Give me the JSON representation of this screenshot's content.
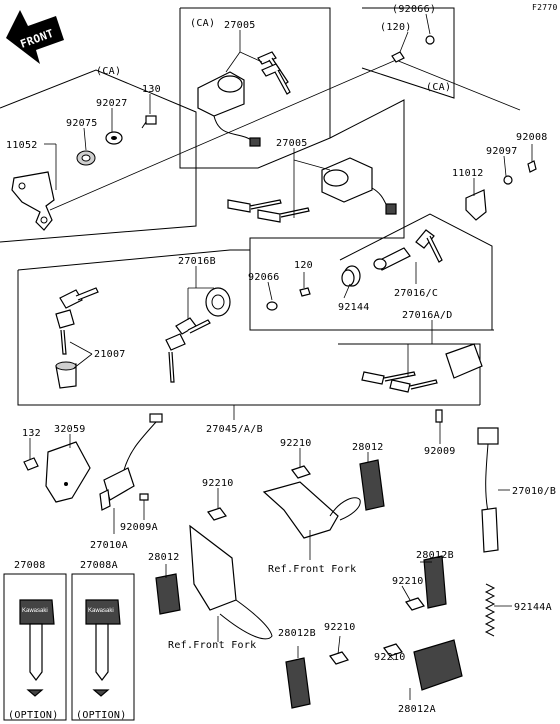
{
  "figure_code": "F2770",
  "front_label": "FRONT",
  "labels": {
    "ca_top": "(CA)",
    "ca_left": "(CA)",
    "ca_right": "(CA)",
    "p27005_top": "27005",
    "p92066_top": "(92066)",
    "p120_top": "(120)",
    "p130": "130",
    "p92027": "92027",
    "p92075": "92075",
    "p11052": "11052",
    "p27005_mid": "27005",
    "p92008": "92008",
    "p92097": "92097",
    "p11012": "11012",
    "p27016b": "27016B",
    "p120_mid": "120",
    "p92066_mid": "92066",
    "p92144": "92144",
    "p27016c": "27016/C",
    "p27016ad": "27016A/D",
    "p21007": "21007",
    "p27045": "27045/A/B",
    "p132": "132",
    "p32059": "32059",
    "p92210_a": "92210",
    "p28012_a": "28012",
    "p92009": "92009",
    "p92210_b": "92210",
    "p27010b": "27010/B",
    "p92009a": "92009A",
    "p27010a": "27010A",
    "p27008": "27008",
    "p27008a": "27008A",
    "p28012_b": "28012",
    "p28012b_a": "28012B",
    "p92210_c": "92210",
    "p92144a": "92144A",
    "p28012b_b": "28012B",
    "p92210_d": "92210",
    "p92210_e": "92210",
    "p28012a": "28012A",
    "ref_fork_1": "Ref.Front Fork",
    "ref_fork_2": "Ref.Front Fork",
    "option_1": "(OPTION)",
    "option_2": "(OPTION)"
  }
}
